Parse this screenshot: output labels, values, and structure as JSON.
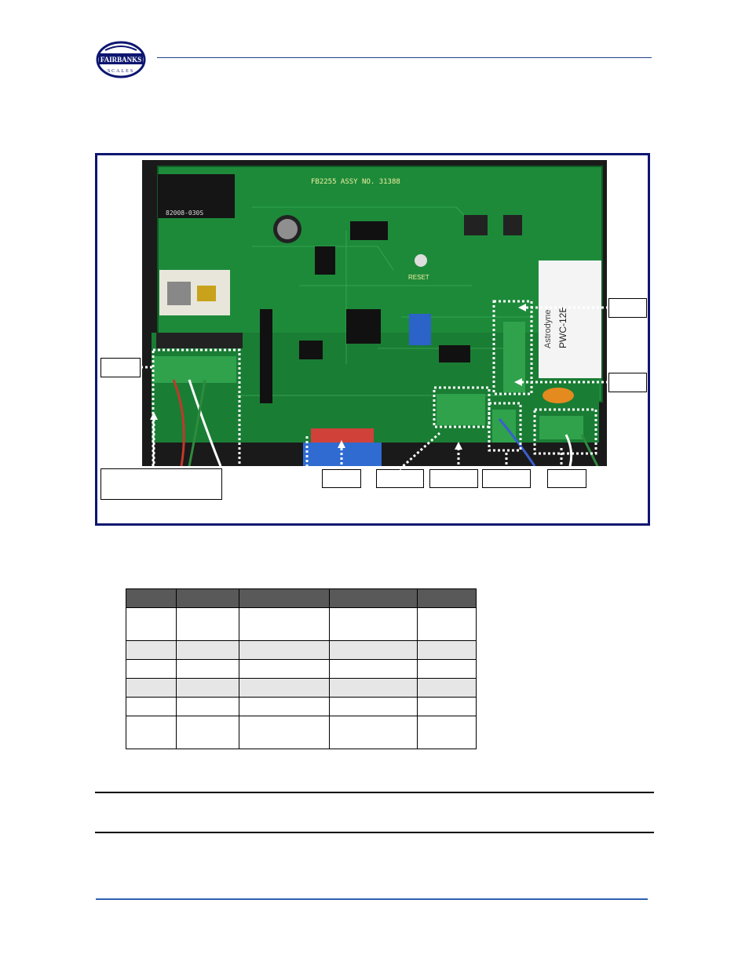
{
  "header": {
    "logo": {
      "icon": "fairbanks-scales-logo",
      "brand_text": "FAIRBANKS",
      "sub_text": "SCALES",
      "color": "#0d1670"
    }
  },
  "figure": {
    "frame_color": "#0d1670",
    "photo": {
      "board_text": {
        "assembly": "FB2255 ASSY NO. 31388",
        "reset_label": "RESET",
        "power_supply_brand": "Astrodyne",
        "power_supply_model": "PWC-12E"
      }
    },
    "callouts": [
      "",
      "",
      "",
      "",
      "",
      "",
      "",
      "",
      ""
    ]
  },
  "table": {
    "header_color": "#595959",
    "columns": [
      "",
      "",
      "",
      "",
      ""
    ],
    "rows": [
      [
        "",
        "",
        "",
        "",
        ""
      ],
      [
        "",
        "",
        "",
        "",
        ""
      ],
      [
        "",
        "",
        "",
        "",
        ""
      ],
      [
        "",
        "",
        "",
        "",
        ""
      ],
      [
        "",
        "",
        "",
        "",
        ""
      ],
      [
        "",
        "",
        "",
        "",
        ""
      ]
    ]
  },
  "footer": {
    "rule_color": "#2f5fb0"
  }
}
